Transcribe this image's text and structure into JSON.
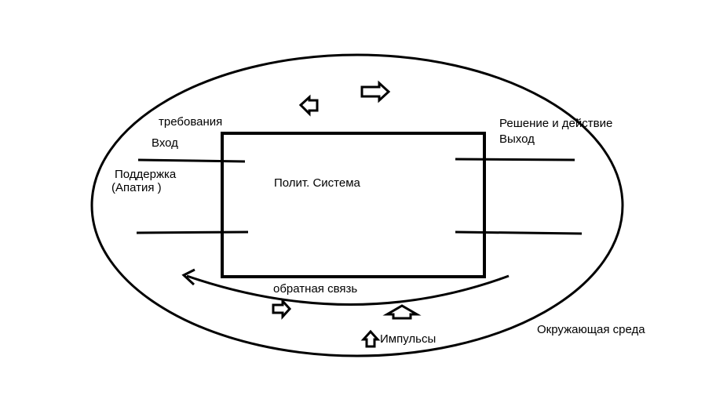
{
  "diagram": {
    "labels": {
      "demands": "требования",
      "input": "Вход",
      "support": "Поддержка",
      "apathy": "(Апатия )",
      "system": "Полит. Система",
      "decision": "Решение и действие",
      "output": "Выход",
      "feedback": "обратная связь",
      "impulses": "Импульсы",
      "environment": "Окружающая среда"
    },
    "colors": {
      "stroke": "#000000",
      "background": "#ffffff"
    }
  }
}
